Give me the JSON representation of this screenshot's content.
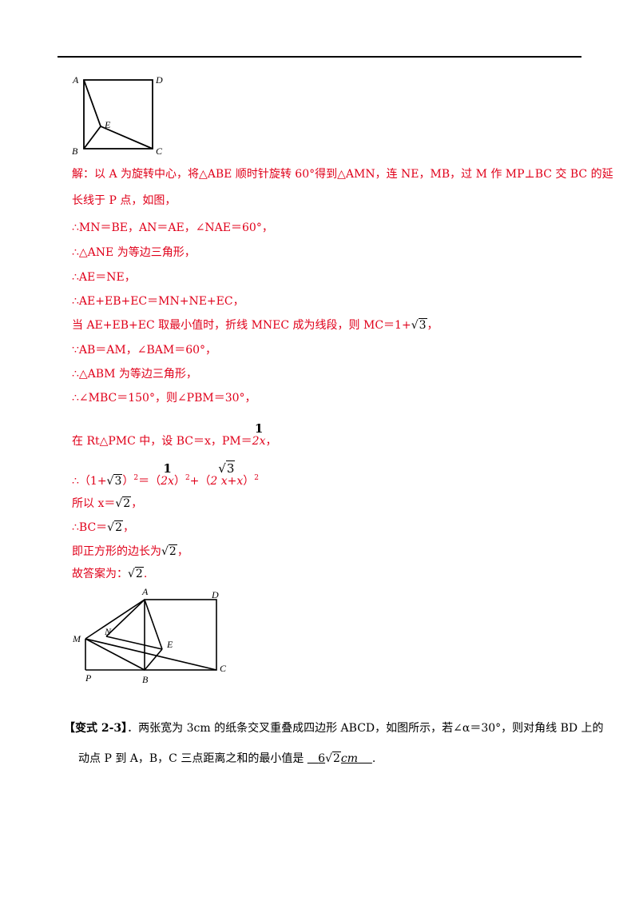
{
  "figure1": {
    "labels": {
      "A": "A",
      "D": "D",
      "E": "E",
      "B": "B",
      "C": "C"
    }
  },
  "solution": {
    "l1": "解：以 A 为旋转中心，将△ABE 顺时针旋转 60°得到△AMN，连 NE，MB，过 M 作 MP⊥BC 交 BC 的延",
    "l2": "长线于 P 点，如图，",
    "l3": "∴MN＝BE，AN＝AE，∠NAE＝60°，",
    "l4": "∴△ANE 为等边三角形，",
    "l5": "∴AE＝NE，",
    "l6": "∴AE+EB+EC＝MN+NE+EC，",
    "l7_a": "当 AE+EB+EC 取最小值时，折线 MNEC 成为线段，则 MC＝1+",
    "l7_rad": "3",
    "l7_b": "，",
    "l8": "∵AB＝AM，∠BAM＝60°，",
    "l9": "∴△ABM 为等边三角形，",
    "l10": "∴∠MBC＝150°，则∠PBM＝30°，",
    "l11_a": "在 Rt△PMC 中，设 BC＝x，PM＝",
    "l11_num": "1",
    "l11_den": "2x",
    "l11_b": "，",
    "l12_a": "∴（1+",
    "l12_rad": "3",
    "l12_b": "）",
    "l12_sup1": "2",
    "l12_c": "＝（",
    "l12_num1": "1",
    "l12_den1": "2x",
    "l12_d": "）",
    "l12_sup2": "2",
    "l12_e": "+（",
    "l12_num2": "3",
    "l12_den2": "2  x+x",
    "l12_f": "）",
    "l12_sup3": "2",
    "l13_a": "所以 x＝",
    "l13_rad": "2",
    "l13_b": "，",
    "l14_a": "∴BC＝",
    "l14_rad": "2",
    "l14_b": "，",
    "l15_a": "即正方形的边长为",
    "l15_rad": "2",
    "l15_b": "，",
    "l16_a": "故答案为：",
    "l16_rad": "2",
    "l16_b": "."
  },
  "figure2": {
    "labels": {
      "A": "A",
      "D": "D",
      "M": "M",
      "N": "N",
      "E": "E",
      "C": "C",
      "P": "P",
      "B": "B"
    }
  },
  "variant": {
    "tag": "【变式 2-3】",
    "l1_rest": "．两张宽为 3cm 的纸条交叉重叠成四边形 ABCD，如图所示，若∠α＝30°，则对角线 BD 上的",
    "l2_a": "动点 P 到 A，B，C 三点距离之和的最小值是",
    "answer_pre": "6",
    "answer_rad": "2",
    "answer_unit": "cm",
    "l2_end": "."
  }
}
